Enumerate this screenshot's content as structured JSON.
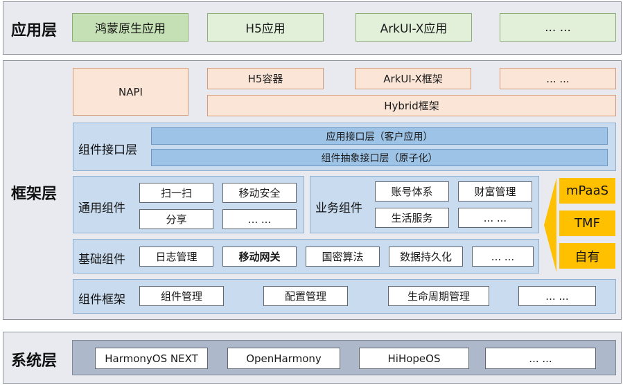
{
  "app_layer": {
    "title": "应用层",
    "items": [
      "鸿蒙原生应用",
      "H5应用",
      "ArkUI-X应用",
      "... ..."
    ]
  },
  "framework_layer": {
    "title": "框架层",
    "napi": "NAPI",
    "containers": [
      "H5容器",
      "ArkUI-X框架",
      "... ..."
    ],
    "hybrid": "Hybrid框架",
    "interface": {
      "label": "组件接口层",
      "rows": [
        "应用接口层（客户应用）",
        "组件抽象接口层（原子化）"
      ]
    },
    "common": {
      "label": "通用组件",
      "items": [
        "扫一扫",
        "移动安全",
        "分享",
        "... ..."
      ]
    },
    "business": {
      "label": "业务组件",
      "items": [
        "账号体系",
        "财富管理",
        "生活服务",
        "... ..."
      ]
    },
    "basic": {
      "label": "基础组件",
      "items": [
        "日志管理",
        "移动网关",
        "国密算法",
        "数据持久化",
        "... ..."
      ]
    },
    "framework": {
      "label": "组件框架",
      "items": [
        "组件管理",
        "配置管理",
        "生命周期管理",
        "... ..."
      ]
    },
    "sources": [
      "mPaaS",
      "TMF",
      "自有"
    ]
  },
  "system_layer": {
    "title": "系统层",
    "items": [
      "HarmonyOS NEXT",
      "OpenHarmony",
      "HiHopeOS",
      "... ..."
    ]
  },
  "colors": {
    "layer_bg": "#e8eaef",
    "app_box": "#e2f0d9",
    "app_box_dark": "#c5e0b4",
    "container_box": "#fbe5d6",
    "panel_bg": "#c9dcef",
    "interface_bar": "#9dc3e6",
    "source_box": "#ffc000",
    "system_bar": "#adb9ca"
  }
}
